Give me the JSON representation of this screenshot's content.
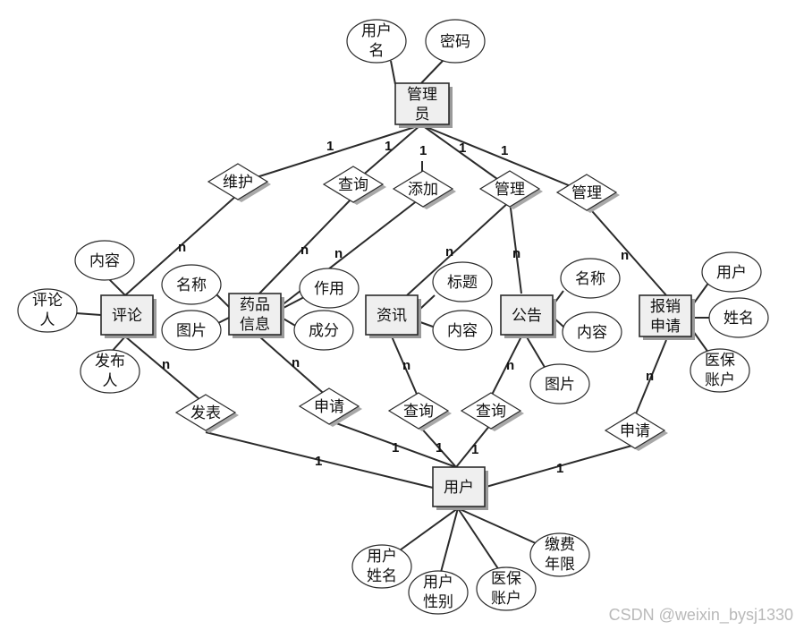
{
  "entities": {
    "admin": "管理员",
    "drug": "药品信息",
    "comment": "评论",
    "news": "资讯",
    "notice": "公告",
    "claim": "报销申请",
    "user": "用户"
  },
  "relationships": {
    "maintain": "维护",
    "admin_query": "查询",
    "add": "添加",
    "manage_news": "管理",
    "manage_claim": "管理",
    "publish": "发表",
    "apply_drug": "申请",
    "query_news": "查询",
    "query_notice": "查询",
    "apply_claim": "申请"
  },
  "attributes": {
    "admin_username": "用户名",
    "admin_password": "密码",
    "comment_content": "内容",
    "comment_reviewer": "评论人",
    "comment_publisher": "发布人",
    "drug_name": "名称",
    "drug_image": "图片",
    "drug_effect": "作用",
    "drug_ingredient": "成分",
    "news_title": "标题",
    "news_content": "内容",
    "notice_name": "名称",
    "notice_content": "内容",
    "notice_image": "图片",
    "claim_user": "用户",
    "claim_name": "姓名",
    "claim_account": "医保账户",
    "user_name": "用户姓名",
    "user_gender": "用户性别",
    "user_account": "医保账户",
    "user_fee_years": "缴费年限"
  },
  "cardinalities": {
    "one": "1",
    "many": "n"
  },
  "watermark": "CSDN @weixin_bysj1330"
}
